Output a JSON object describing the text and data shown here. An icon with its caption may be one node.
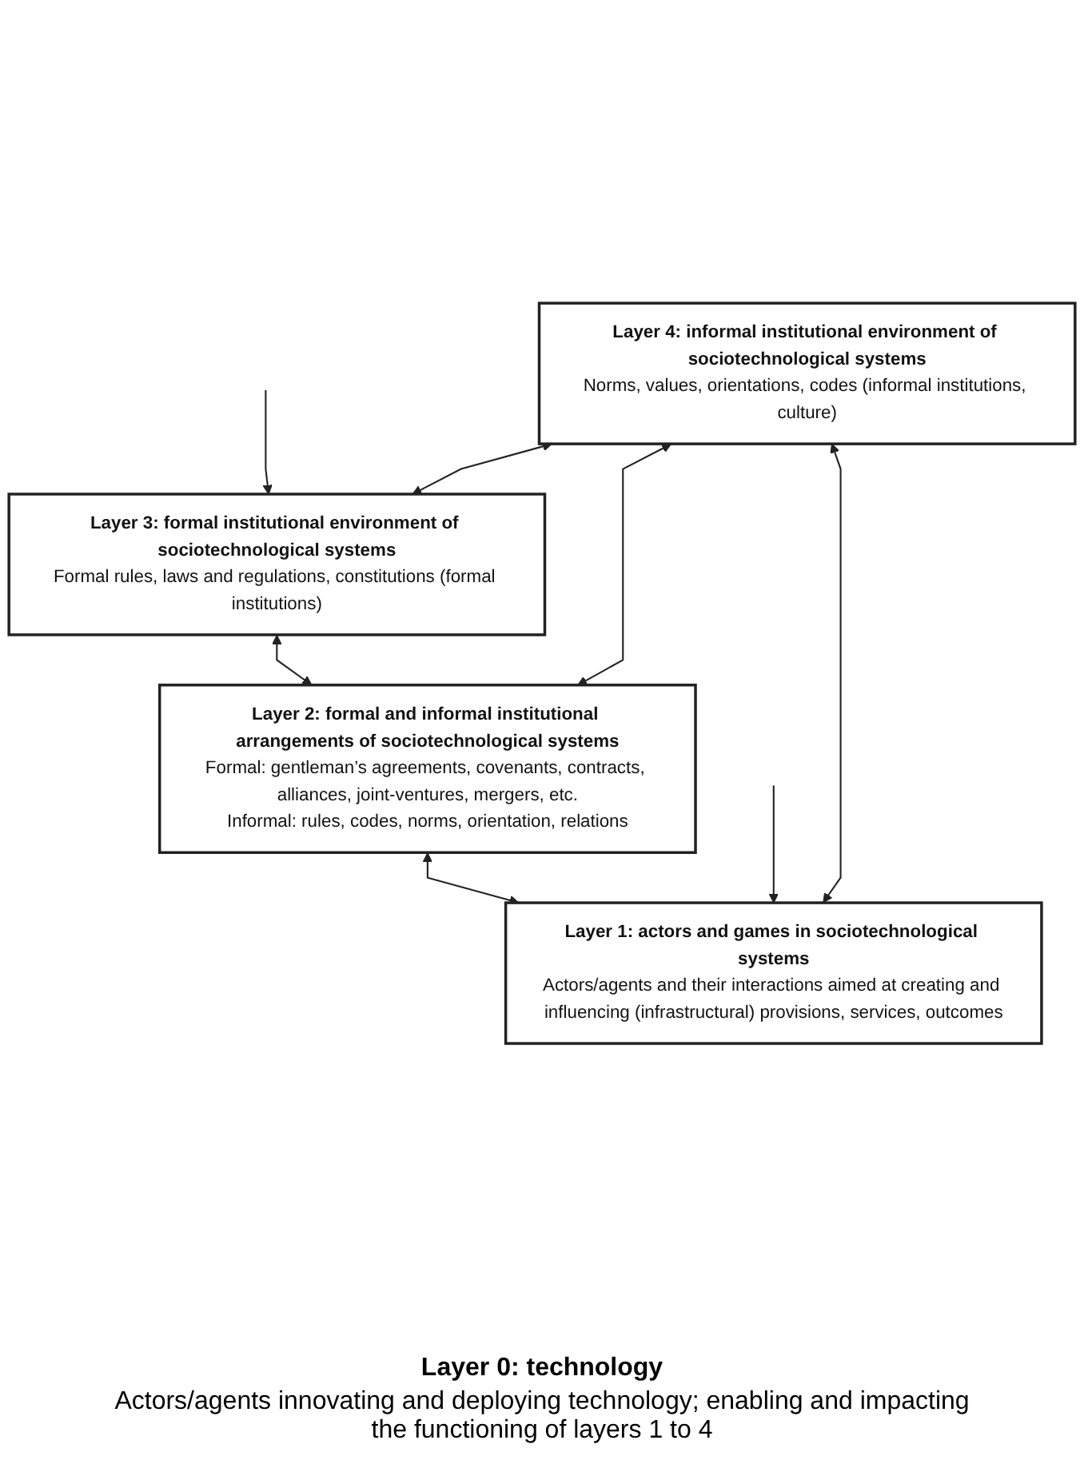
{
  "diagram": {
    "nodes": [
      {
        "text": [
          "Layer 4: informal institutional environment of sociotechnological systems",
          "Norms, values, orientations, codes (informal institutions, culture)"
        ]
      },
      {
        "text": [
          "Layer 3: formal institutional environment of sociotechnological systems",
          "Formal rules, laws and regulations, constitutions (formal institutions)"
        ]
      },
      {
        "text": [
          "Layer 2: formal and informal institutional arrangements of sociotechnological systems",
          "Formal: gentleman’s agreements, covenants, contracts, alliances, joint-ventures, mergers, etc.",
          "Informal: rules, codes, norms, orientation, relations"
        ]
      },
      {
        "text": [
          "Layer 1: actors and games in sociotechnological systems",
          "Actors/agents and their interactions aimed at creating and influencing (infrastructural) provisions, services, outcomes"
        ]
      }
    ],
    "edges": [
      {
        "from": 0,
        "to": 1,
        "arrow": "both"
      },
      {
        "from": 1,
        "to": 2,
        "arrow": "both"
      },
      {
        "from": 2,
        "to": 3,
        "arrow": "both"
      },
      {
        "from": 3,
        "to": 0,
        "arrow": "both"
      },
      {
        "from": 0,
        "to": 2,
        "arrow": "both"
      },
      {
        "from": null,
        "to": 1,
        "arrow": "to"
      },
      {
        "from": null,
        "to": 3,
        "arrow": "to"
      }
    ],
    "labels": [
      "Layer 0: technology",
      "Actors/agents innovating and deploying technology; enabling and impacting the functioning of layers 1 to 4"
    ]
  }
}
